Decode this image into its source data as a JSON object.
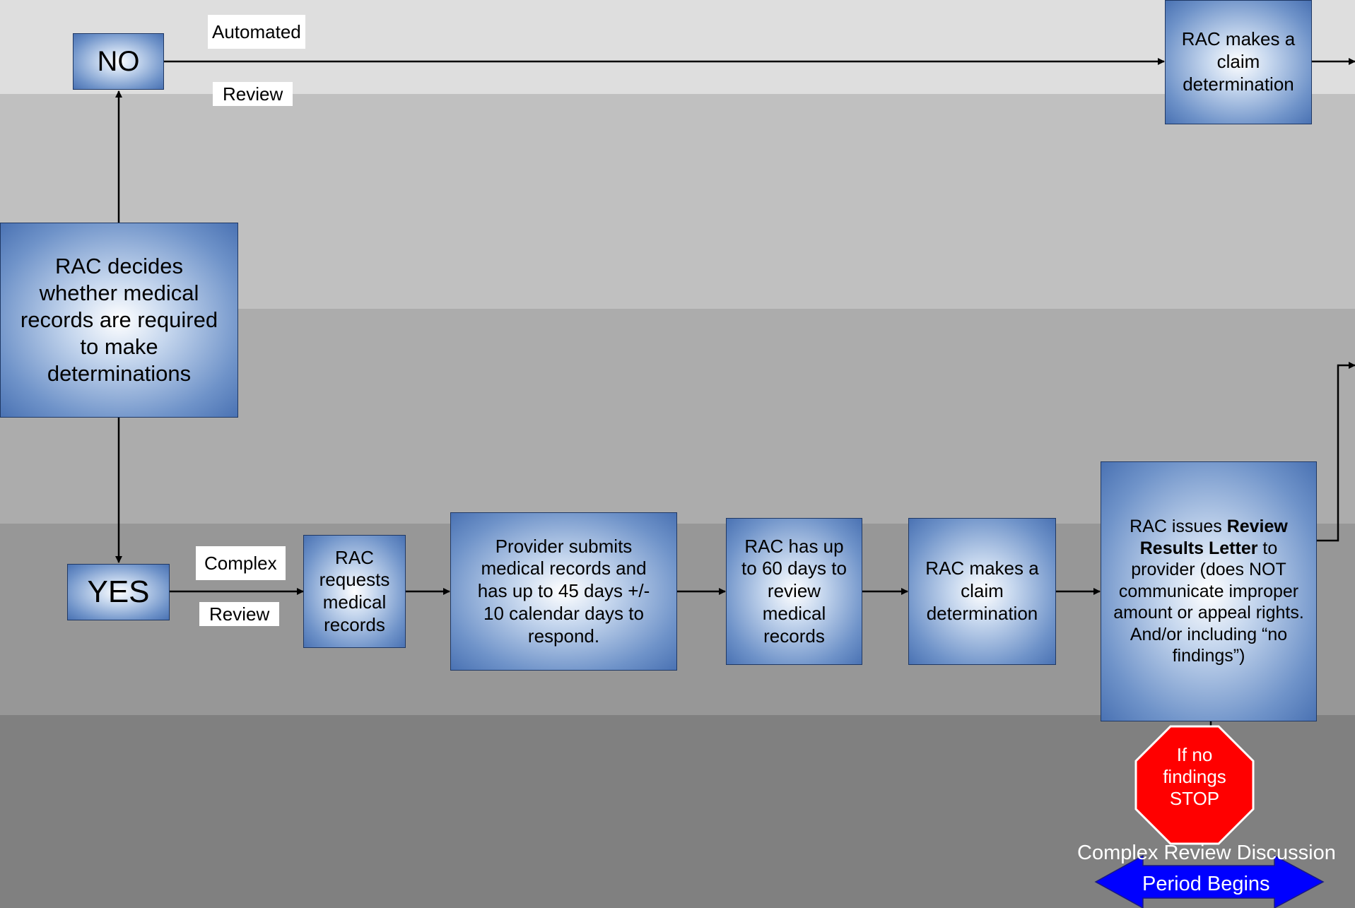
{
  "nodes": {
    "no": "NO",
    "yes": "YES",
    "decide": "RAC decides whether medical records are required to make determinations",
    "claim_auto": "RAC makes a claim determination",
    "requests": "RAC requests medical records",
    "provider": "Provider submits medical records and has up to 45 days +/- 10 calendar days to respond.",
    "review60": "RAC has up to 60 days to review medical records",
    "claim_complex": "RAC makes a claim determination",
    "letter_pre": "RAC issues ",
    "letter_bold": "Review Results Letter",
    "letter_post": " to provider (does NOT communicate improper amount or appeal rights. And/or including “no findings”)",
    "stop": "If no findings STOP"
  },
  "labels": {
    "automated_1": "Automated",
    "automated_2": "Review",
    "complex_1": "Complex",
    "complex_2": "Review"
  },
  "footer": {
    "line1": "Complex Review Discussion",
    "line2": "Period Begins"
  },
  "colors": {
    "band_1": "#dedede",
    "band_2": "#c0c0c0",
    "band_3": "#acacac",
    "band_4": "#979797",
    "band_5": "#808080",
    "box_blue": "#4a72b3",
    "stop_red": "#ff0000",
    "arrow_blue": "#0000ff"
  }
}
